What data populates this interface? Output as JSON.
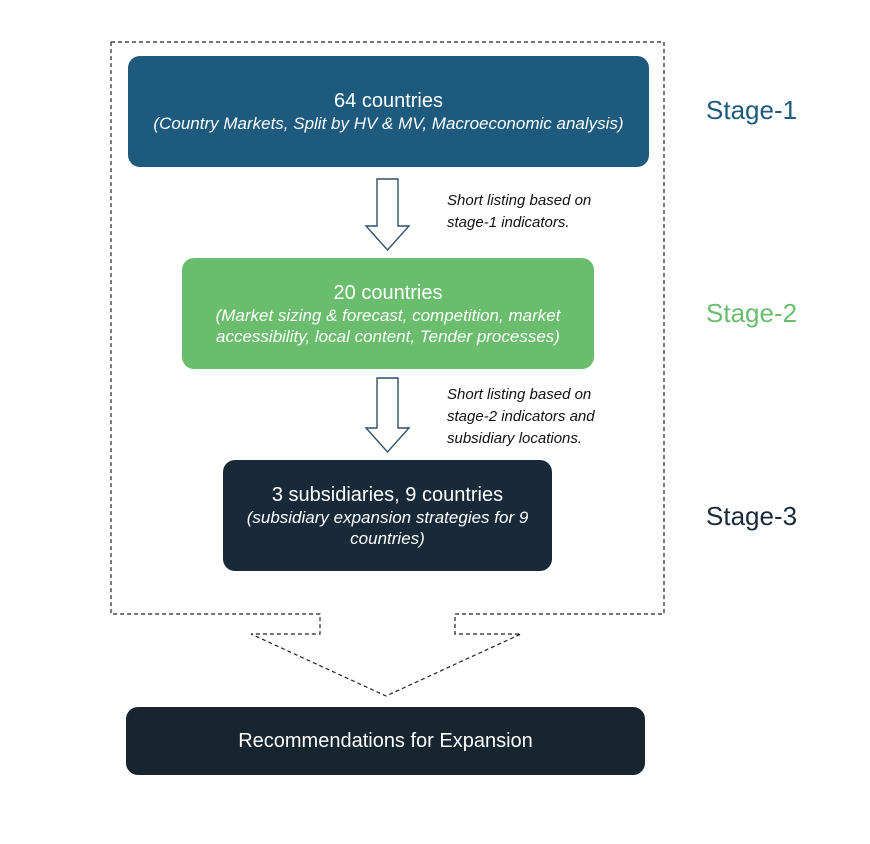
{
  "colors": {
    "stage1": "#1d5a7e",
    "stage2": "#6bbd6e",
    "stage3": "#182a39",
    "final": "#172530",
    "stage1_label": "#1d5a7e",
    "stage2_label": "#6bbd6e",
    "stage3_label": "#182a39"
  },
  "stages": [
    {
      "title": "64 countries",
      "subtitle": "(Country Markets, Split by HV & MV, Macroeconomic analysis)",
      "label": "Stage-1"
    },
    {
      "title": "20 countries",
      "subtitle": "(Market sizing & forecast, competition, market accessibility, local content, Tender processes)",
      "label": "Stage-2"
    },
    {
      "title": "3 subsidiaries, 9 countries",
      "subtitle": "(subsidiary expansion strategies for 9 countries)",
      "label": "Stage-3"
    }
  ],
  "notes": {
    "note1": [
      "Short listing based on",
      "stage-1 indicators."
    ],
    "note2": [
      "Short listing based on",
      "stage-2 indicators and",
      "subsidiary locations."
    ]
  },
  "final": {
    "label": "Recommendations for Expansion"
  }
}
